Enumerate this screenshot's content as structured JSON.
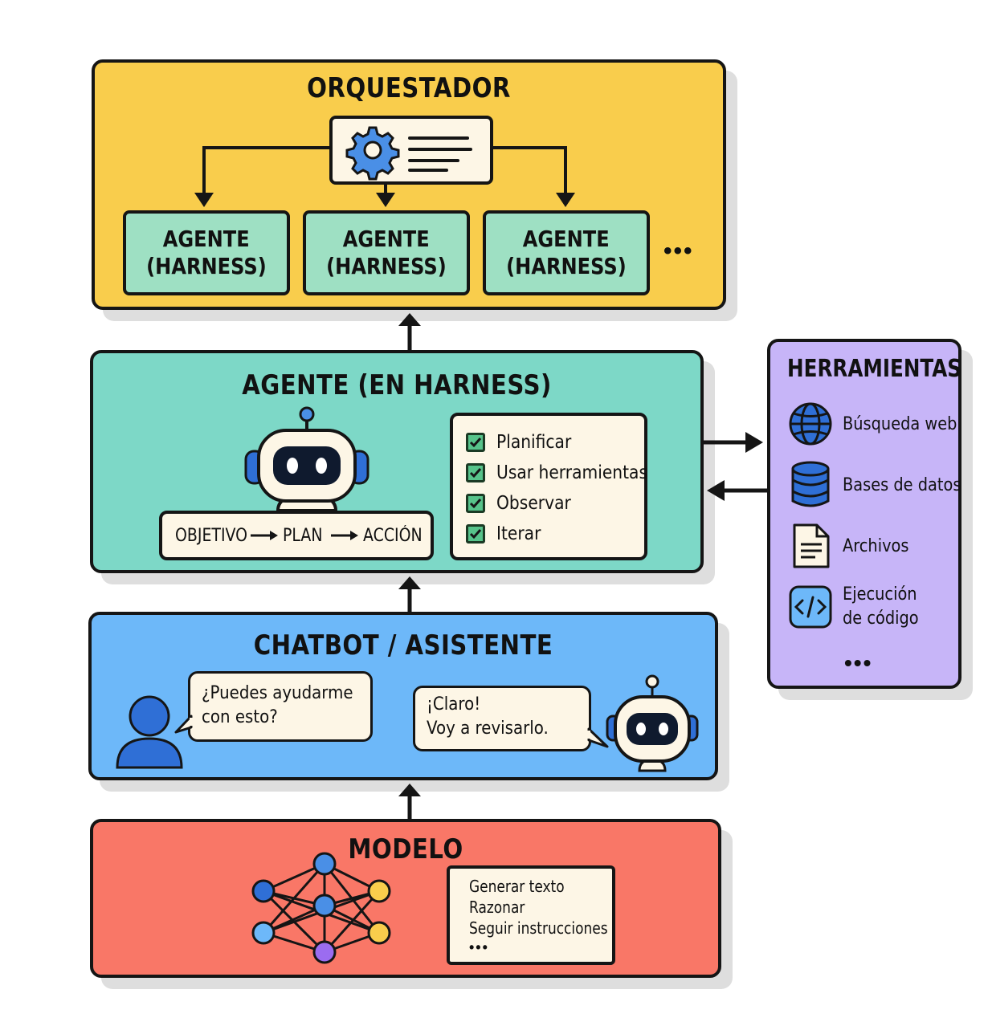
{
  "orchestrator": {
    "title": "ORQUESTADOR",
    "agent_line1": "AGENTE",
    "agent_line2": "(HARNESS)",
    "ellipsis": "•••",
    "color": "#f9cd4c"
  },
  "agent": {
    "title": "AGENTE (EN HARNESS)",
    "flow": [
      "OBJETIVO",
      "PLAN",
      "ACCIÓN"
    ],
    "checklist": [
      "Planificar",
      "Usar herramientas",
      "Observar",
      "Iterar"
    ],
    "color": "#7dd8c7"
  },
  "tools": {
    "title": "HERRAMIENTAS",
    "items": [
      {
        "icon": "globe-icon",
        "label": "Búsqueda web"
      },
      {
        "icon": "database-icon",
        "label": "Bases de datos"
      },
      {
        "icon": "file-icon",
        "label": "Archivos"
      },
      {
        "icon": "code-icon",
        "label_line1": "Ejecución",
        "label_line2": "de código"
      }
    ],
    "ellipsis": "•••",
    "color": "#c7b5f8"
  },
  "chatbot": {
    "title": "CHATBOT / ASISTENTE",
    "user_message_line1": "¿Puedes ayudarme",
    "user_message_line2": "con esto?",
    "bot_message_line1": "¡Claro!",
    "bot_message_line2": "Voy a revisarlo.",
    "color": "#6db8f9"
  },
  "model": {
    "title": "MODELO",
    "capabilities": [
      "Generar texto",
      "Razonar",
      "Seguir instrucciones"
    ],
    "ellipsis": "•••",
    "color": "#f97767"
  }
}
